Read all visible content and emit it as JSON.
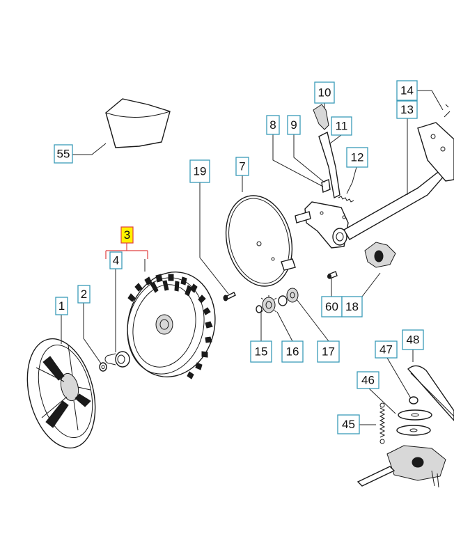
{
  "callouts": {
    "c55": "55",
    "c1": "1",
    "c2": "2",
    "c3": "3",
    "c4": "4",
    "c19": "19",
    "c7": "7",
    "c8": "8",
    "c9": "9",
    "c10": "10",
    "c11": "11",
    "c12": "12",
    "c13": "13",
    "c14": "14",
    "c60": "60",
    "c18": "18",
    "c15": "15",
    "c16": "16",
    "c17": "17",
    "c47": "47",
    "c48": "48",
    "c46": "46",
    "c45": "45"
  },
  "colors": {
    "callout_border": "#3a9bb8",
    "highlight_fill": "#fff200",
    "highlight_border": "#e04040"
  }
}
